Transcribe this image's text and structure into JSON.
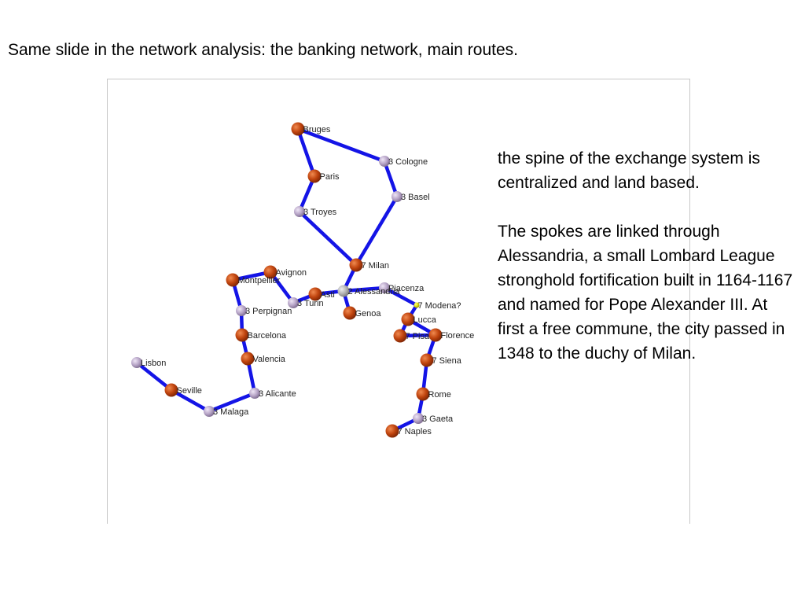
{
  "slide": {
    "title": "Same slide in the network analysis: the banking network, main routes."
  },
  "description": {
    "paragraph1": "the spine of the exchange system is centralized and land based.",
    "paragraph2": "The spokes are linked through Alessandria, a small Lombard League stronghold fortification built in 1164-1167 and named for Pope Alexander III. At first a free commune, the city passed in 1348 to the duchy of Milan."
  },
  "colors": {
    "edge": "#1414e6",
    "node_orange": "#c0440e",
    "node_lilac": "#b8a6c8",
    "node_gray": "#b4b4b4",
    "node_yellow": "#d8d800"
  },
  "network": {
    "nodes": [
      {
        "id": "bruges",
        "label": "Bruges",
        "kind": "orange"
      },
      {
        "id": "cologne",
        "label": "3 Cologne",
        "kind": "lilac"
      },
      {
        "id": "paris",
        "label": "Paris",
        "kind": "orange"
      },
      {
        "id": "basel",
        "label": "3 Basel",
        "kind": "lilac"
      },
      {
        "id": "troyes",
        "label": "3 Troyes",
        "kind": "lilac"
      },
      {
        "id": "milan",
        "label": "7 Milan",
        "kind": "orange"
      },
      {
        "id": "avignon",
        "label": "Avignon",
        "kind": "orange"
      },
      {
        "id": "montpellier",
        "label": "Montpellier",
        "kind": "orange"
      },
      {
        "id": "turin",
        "label": "3 Turin",
        "kind": "lilac"
      },
      {
        "id": "asti",
        "label": "Asti",
        "kind": "orange"
      },
      {
        "id": "alessandria",
        "label": "2 Alessandria",
        "kind": "gray"
      },
      {
        "id": "piacenza",
        "label": "Piacenza",
        "kind": "lilac"
      },
      {
        "id": "modena",
        "label": "7 Modena?",
        "kind": "yellow"
      },
      {
        "id": "genoa",
        "label": "Genoa",
        "kind": "orange"
      },
      {
        "id": "perpignan",
        "label": "3 Perpignan",
        "kind": "lilac"
      },
      {
        "id": "lucca",
        "label": "Lucca",
        "kind": "orange"
      },
      {
        "id": "pisa",
        "label": "7 Pisa",
        "kind": "orange"
      },
      {
        "id": "florence",
        "label": "Florence",
        "kind": "orange"
      },
      {
        "id": "barcelona",
        "label": "Barcelona",
        "kind": "orange"
      },
      {
        "id": "valencia",
        "label": "Valencia",
        "kind": "orange"
      },
      {
        "id": "siena",
        "label": "7 Siena",
        "kind": "orange"
      },
      {
        "id": "lisbon",
        "label": "Lisbon",
        "kind": "lilac"
      },
      {
        "id": "seville",
        "label": "Seville",
        "kind": "orange"
      },
      {
        "id": "alicante",
        "label": "3 Alicante",
        "kind": "lilac"
      },
      {
        "id": "rome",
        "label": "Rome",
        "kind": "orange"
      },
      {
        "id": "malaga",
        "label": "3 Malaga",
        "kind": "lilac"
      },
      {
        "id": "gaeta",
        "label": "3 Gaeta",
        "kind": "lilac"
      },
      {
        "id": "naples",
        "label": "7 Naples",
        "kind": "orange"
      }
    ],
    "edges": [
      [
        "bruges",
        "cologne"
      ],
      [
        "bruges",
        "paris"
      ],
      [
        "cologne",
        "basel"
      ],
      [
        "paris",
        "troyes"
      ],
      [
        "troyes",
        "milan"
      ],
      [
        "basel",
        "milan"
      ],
      [
        "milan",
        "alessandria"
      ],
      [
        "alessandria",
        "asti"
      ],
      [
        "alessandria",
        "piacenza"
      ],
      [
        "alessandria",
        "genoa"
      ],
      [
        "asti",
        "turin"
      ],
      [
        "turin",
        "avignon"
      ],
      [
        "avignon",
        "montpellier"
      ],
      [
        "montpellier",
        "perpignan"
      ],
      [
        "perpignan",
        "barcelona"
      ],
      [
        "barcelona",
        "valencia"
      ],
      [
        "valencia",
        "alicante"
      ],
      [
        "alicante",
        "malaga"
      ],
      [
        "malaga",
        "seville"
      ],
      [
        "seville",
        "lisbon"
      ],
      [
        "piacenza",
        "modena"
      ],
      [
        "modena",
        "lucca"
      ],
      [
        "lucca",
        "pisa"
      ],
      [
        "lucca",
        "florence"
      ],
      [
        "pisa",
        "florence"
      ],
      [
        "florence",
        "siena"
      ],
      [
        "siena",
        "rome"
      ],
      [
        "rome",
        "gaeta"
      ],
      [
        "gaeta",
        "naples"
      ]
    ]
  }
}
